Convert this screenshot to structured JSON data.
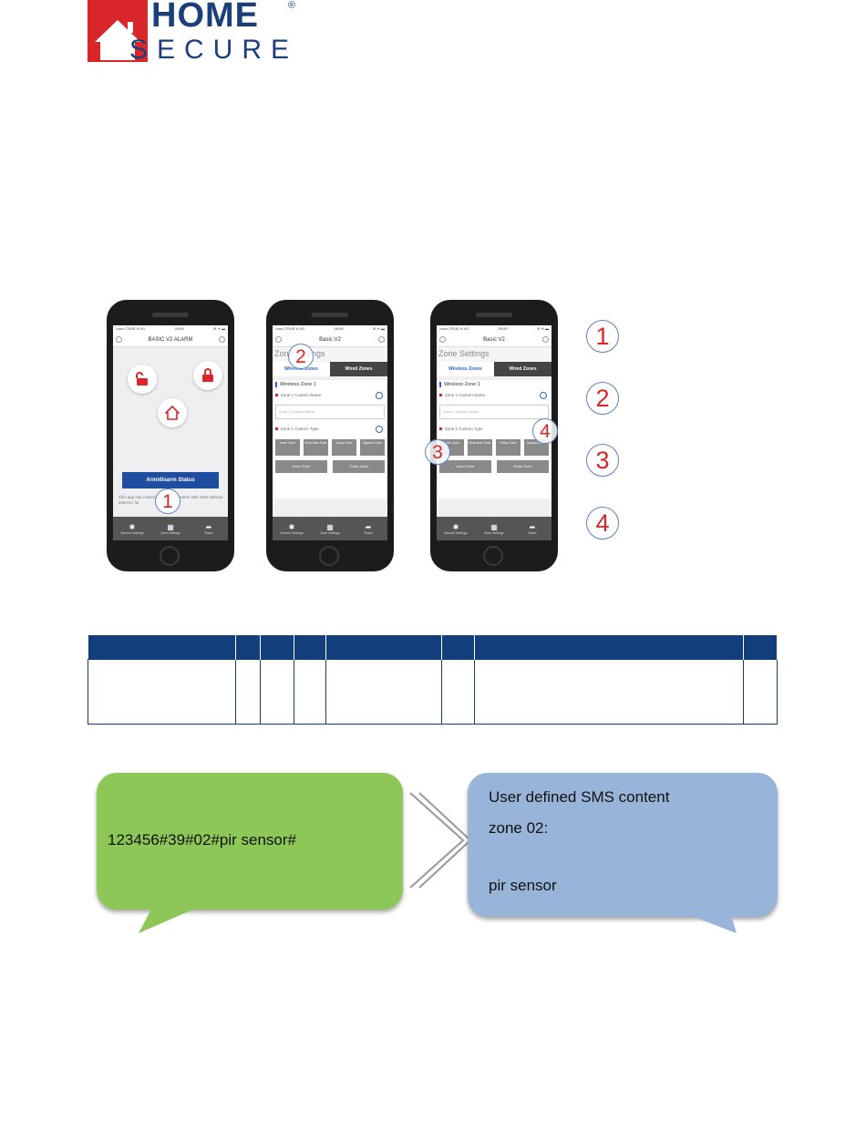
{
  "logo": {
    "line1": "HOME",
    "registered": "®",
    "line2": "SECURE",
    "color": "#1b3f7a",
    "accent": "#d9262a"
  },
  "phone1": {
    "status_left": "••ooo TRUE-H 4G",
    "status_time": "09:59",
    "status_right": "⊕ ✈ ▬",
    "title": "BASIC V2 ALARM",
    "arm_button": "Arm/disarm Status",
    "note": "This app can control your alarm system with SMS without internet, for",
    "tabs": [
      "Second Settings",
      "Zone Settings",
      "Share"
    ]
  },
  "phone2": {
    "status_left": "••ooo TRUE-H 4G",
    "status_time": "09:59",
    "status_right": "⊕ ✈ ▬",
    "title": "Basic V2",
    "section_title": "Zone Settings",
    "tab_wireless": "Wireless Zones",
    "tab_wired": "Wired Zones",
    "zone_head": "Wireless Zone 1",
    "custom_name_label": "Zone 1 Custom Name",
    "custom_name_placeholder": "Zone 1 Custom Name",
    "custom_type_label": "Zone 1 Custom Type",
    "types": [
      "Inner Zone",
      "Real-time Zone",
      "Delay Zone",
      "Bypass Zone"
    ],
    "types2": [
      "Inner Zone",
      "Outer Zone"
    ],
    "tabs": [
      "Second Settings",
      "Zone Settings",
      "Share"
    ]
  },
  "phone3": {
    "status_left": "••ooo TRUE-H 4G",
    "status_time": "09:59",
    "status_right": "⊕ ✈ ▬",
    "title": "Basic V2",
    "section_title": "Zone Settings",
    "tab_wireless": "Wireless Zones",
    "tab_wired": "Wired Zones",
    "zone_head": "Wireless Zone 1",
    "custom_name_label": "Zone 1 Custom Name",
    "custom_name_placeholder": "Zone 1 Custom Name",
    "custom_type_label": "Zone 1 Custom Type",
    "types": [
      "Inner Zone",
      "Real-time Zone",
      "Delay Zone",
      "Bypass Zone"
    ],
    "types2": [
      "Inner Zone",
      "Outer Zone"
    ],
    "tabs": [
      "Second Settings",
      "Zone Settings",
      "Share"
    ]
  },
  "callouts": [
    "1",
    "2",
    "3",
    "4"
  ],
  "legend": [
    "1",
    "2",
    "3",
    "4"
  ],
  "sms": {
    "command": "123456#39#02#pir sensor#",
    "reply_line1": "User defined SMS content",
    "reply_line2": "zone 02:",
    "reply_line3": "pir sensor"
  }
}
